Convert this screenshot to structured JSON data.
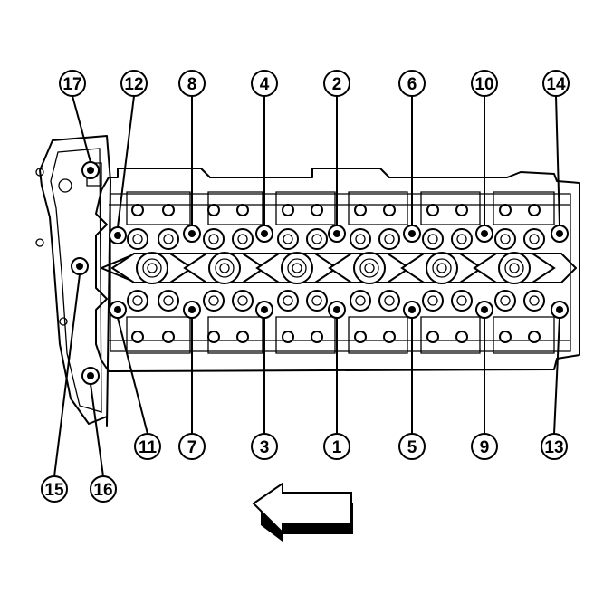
{
  "diagram": {
    "callouts": [
      "1",
      "2",
      "3",
      "4",
      "5",
      "6",
      "7",
      "8",
      "9",
      "10",
      "11",
      "12",
      "13",
      "14",
      "15",
      "16",
      "17"
    ],
    "arrow_icon": "arrow-left-icon"
  }
}
